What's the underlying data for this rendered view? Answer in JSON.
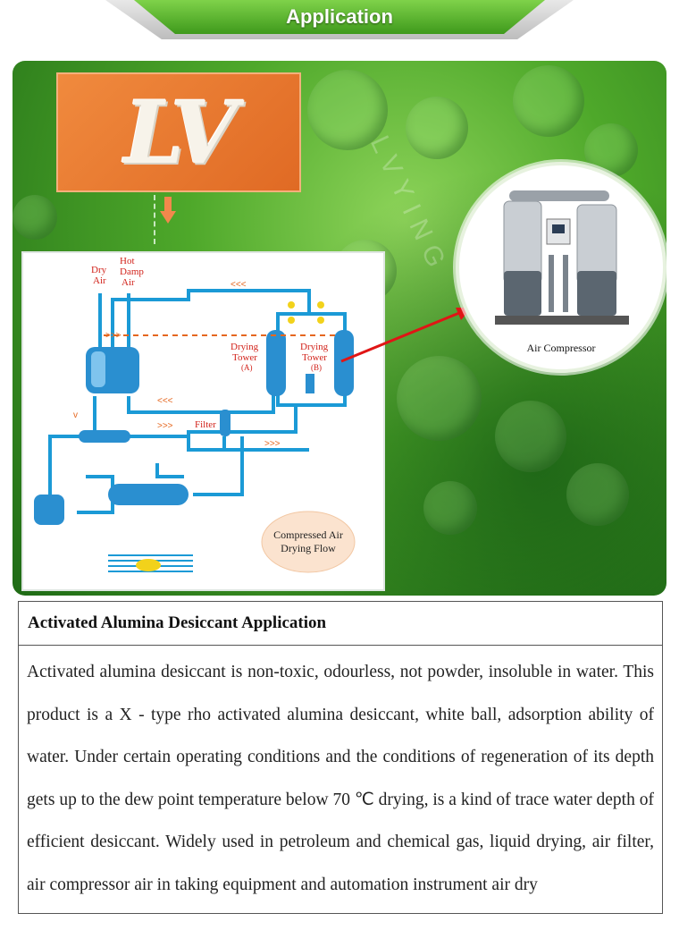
{
  "banner": {
    "title": "Application"
  },
  "product_image": {
    "logo_text": "LV"
  },
  "diagram": {
    "labels": {
      "dry_air": [
        "Dry",
        "Air"
      ],
      "hot_damp_air": [
        "Hot",
        "Damp",
        "Air"
      ],
      "tower_a": [
        "Drying",
        "Tower",
        "(A)"
      ],
      "tower_b": [
        "Drying",
        "Tower",
        "(B)"
      ],
      "filter": "Filter",
      "flow_title": [
        "Compressed Air",
        "Drying Flow"
      ]
    },
    "colors": {
      "pipe": "#1b9ad6",
      "tank": "#2a8fd0",
      "arrow": "#e5671f",
      "text_red": "#d2231b"
    }
  },
  "compressor": {
    "caption": "Air Compressor"
  },
  "watermark": {
    "text": "LVYING"
  },
  "info": {
    "title": "Activated Alumina Desiccant Application",
    "body": "Activated alumina desiccant is non-toxic, odourless, not powder, insoluble in water. This product is a X - type rho activated alumina desiccant, white ball, adsorption ability of water. Under certain operating conditions and the conditions of regeneration of its depth gets up to the dew point temperature below 70 ℃ drying, is a kind of trace water depth of efficient desiccant. Widely used in petroleum and chemical gas, liquid drying, air filter, air compressor air in taking equipment and automation instrument air dry"
  }
}
